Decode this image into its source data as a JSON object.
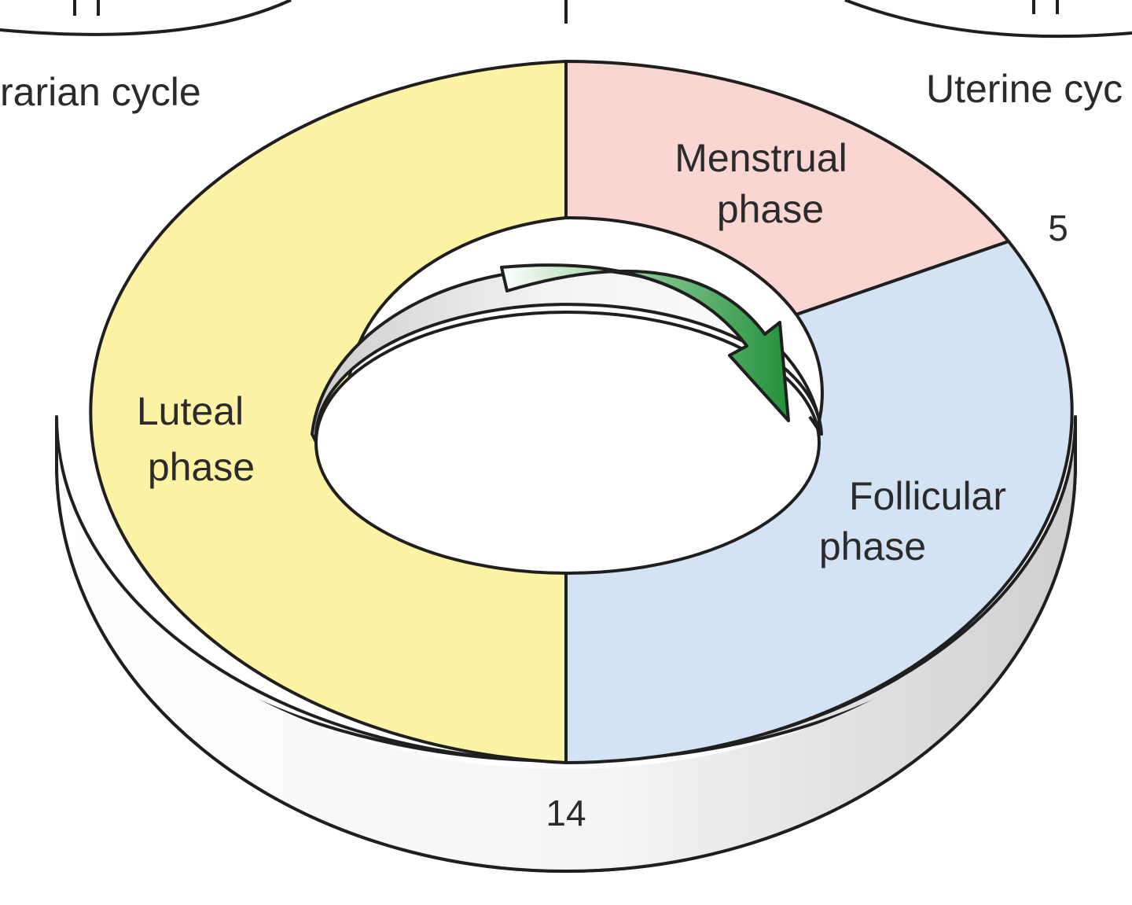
{
  "labels": {
    "ovarian_cycle": "rarian cycle",
    "uterine_cycle": "Uterine cyc",
    "menstrual_line1": "Menstrual",
    "menstrual_line2": "phase",
    "follicular_line1": "Follicular",
    "follicular_line2": "phase",
    "luteal_line1": "Luteal",
    "luteal_line2": "phase",
    "day_5": "5",
    "day_14": "14"
  },
  "colors": {
    "menstrual": "#f9d6d1",
    "follicular": "#d3e3f4",
    "luteal": "#fdf3a5",
    "arrow": "#2e9b40",
    "outline": "#1f1f1f"
  },
  "icons": {
    "cycle_direction": "clockwise-arrow-icon"
  }
}
